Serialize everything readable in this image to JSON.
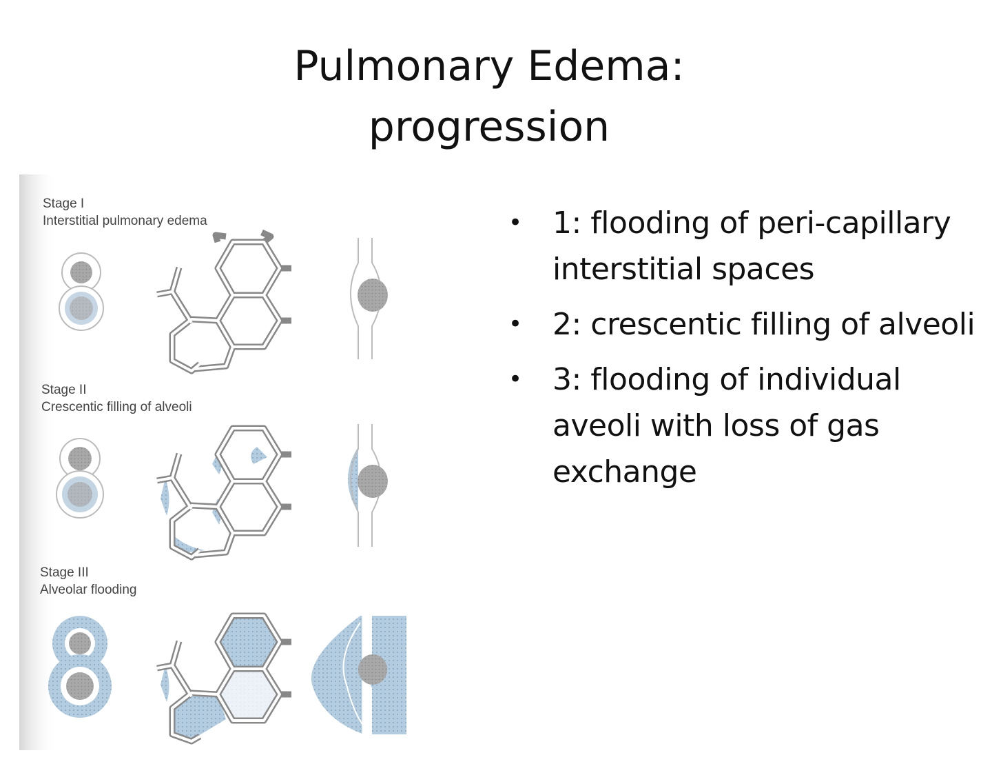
{
  "title": {
    "line1": "Pulmonary Edema:",
    "line2": "progression"
  },
  "figure": {
    "stages": [
      {
        "name": "Stage I",
        "description": "Interstitial pulmonary edema"
      },
      {
        "name": "Stage II",
        "description": "Crescentic filling of alveoli"
      },
      {
        "name": "Stage III",
        "description": "Alveolar flooding"
      }
    ],
    "colors": {
      "fluid": "#a9c4db",
      "capillary": "#9a9a9a",
      "wall": "#777777"
    }
  },
  "bullets": [
    {
      "marker": "•",
      "text": "1: flooding of peri-capillary interstitial spaces"
    },
    {
      "marker": "•",
      "text": "2:  crescentic filling of alveoli"
    },
    {
      "marker": "•",
      "text": "3: flooding of individual aveoli with loss of gas exchange"
    }
  ]
}
